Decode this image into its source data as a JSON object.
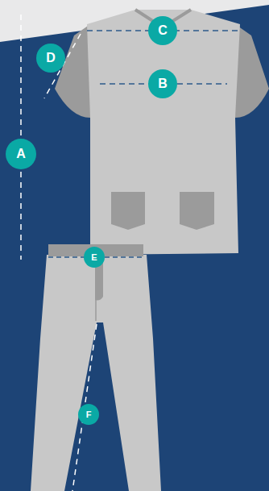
{
  "diagram": {
    "nodes": [
      {
        "text": [
          "C"
        ]
      },
      {
        "text": [
          "D"
        ]
      },
      {
        "text": [
          "B"
        ]
      },
      {
        "text": [
          "A"
        ]
      },
      {
        "text": [
          "E"
        ]
      },
      {
        "text": [
          "F"
        ]
      }
    ]
  }
}
